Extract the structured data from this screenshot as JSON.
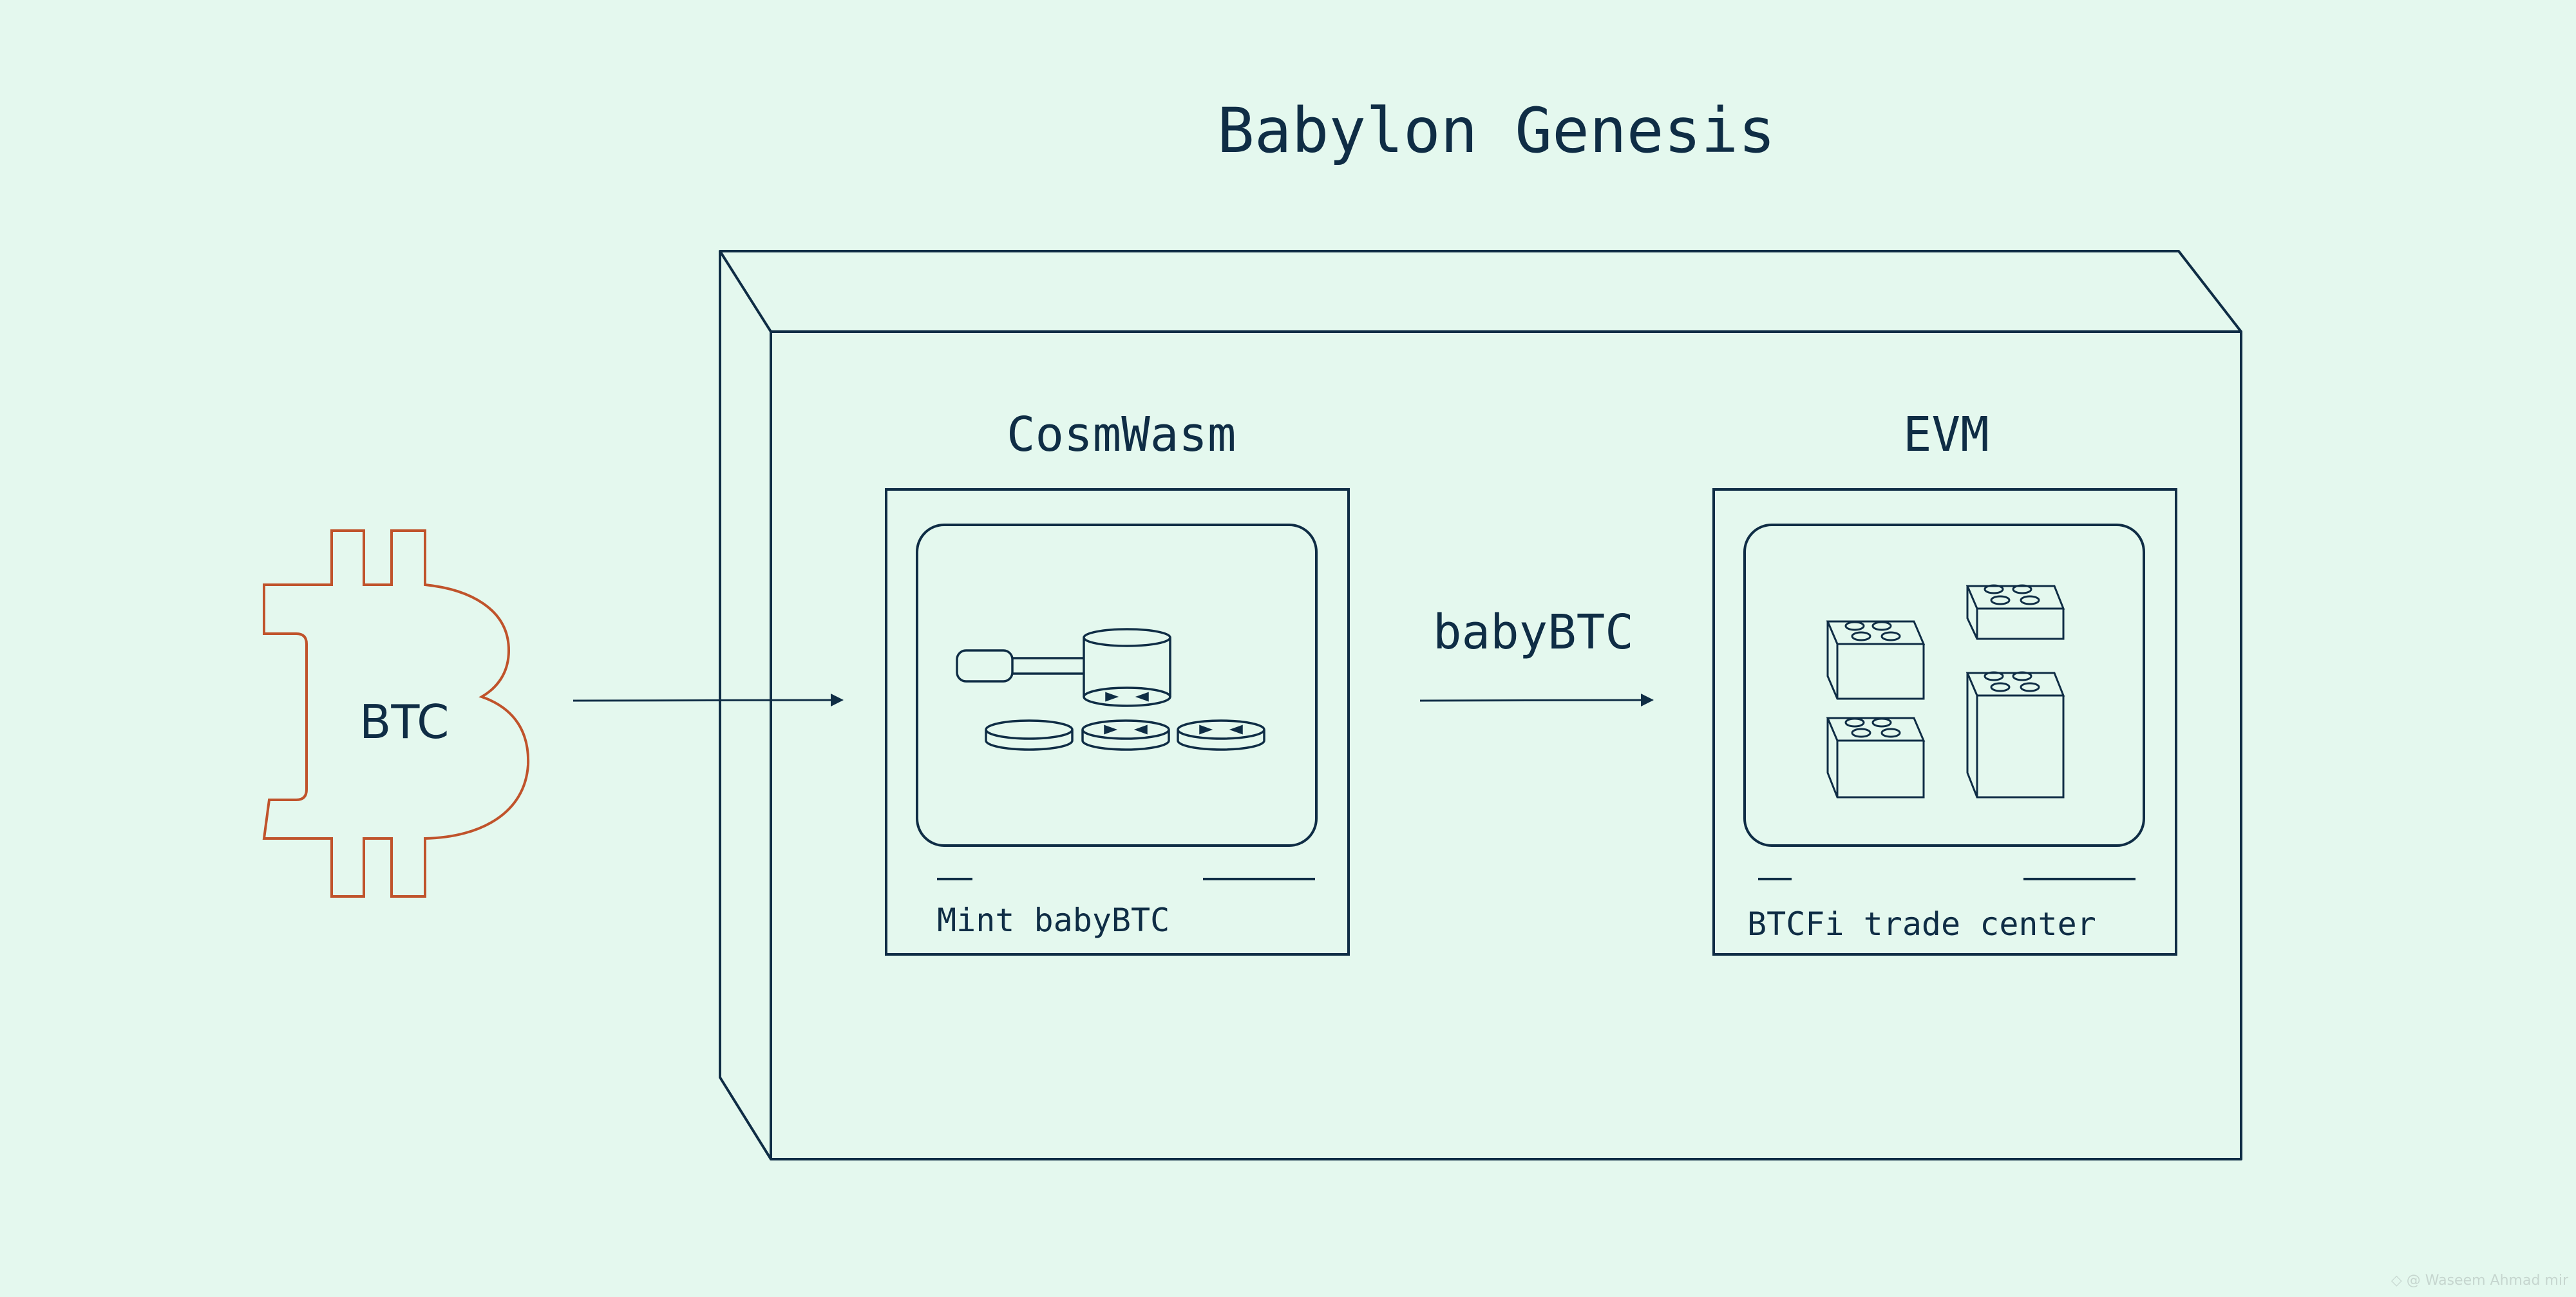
{
  "title": "Babylon Genesis",
  "source": {
    "label": "BTC",
    "icon": "bitcoin-icon"
  },
  "edge": {
    "label": "babyBTC"
  },
  "panels": [
    {
      "title": "CosmWasm",
      "caption": "Mint babyBTC",
      "icon": "minting-press-coins-icon"
    },
    {
      "title": "EVM",
      "caption": "BTCFi trade center",
      "icon": "building-blocks-icon"
    }
  ],
  "watermark": "◇ @ Waseem Ahmad mir",
  "colors": {
    "background": "#e4f8ee",
    "stroke": "#0f2d45",
    "bitcoin": "#c0532b"
  }
}
